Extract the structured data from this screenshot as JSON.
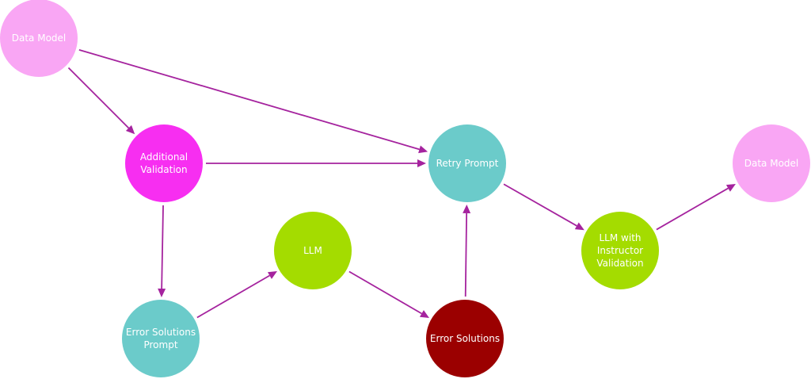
{
  "colors": {
    "edge": "#a5239e",
    "label_text": "#ffffff"
  },
  "nodes": [
    {
      "id": "data-model-start",
      "lines": [
        "Data Model"
      ],
      "color": "#f9a6f4"
    },
    {
      "id": "additional-validation",
      "lines": [
        "Additional",
        "Validation"
      ],
      "color": "#f72ef1"
    },
    {
      "id": "retry-prompt",
      "lines": [
        "Retry Prompt"
      ],
      "color": "#6bcbca"
    },
    {
      "id": "data-model-end",
      "lines": [
        "Data Model"
      ],
      "color": "#f9a6f4"
    },
    {
      "id": "llm",
      "lines": [
        "LLM"
      ],
      "color": "#a4dc00"
    },
    {
      "id": "llm-instructor-validation",
      "lines": [
        "LLM with",
        "Instructor",
        "Validation"
      ],
      "color": "#a4dc00"
    },
    {
      "id": "error-solutions-prompt",
      "lines": [
        "Error Solutions",
        "Prompt"
      ],
      "color": "#6bcbca"
    },
    {
      "id": "error-solutions",
      "lines": [
        "Error Solutions"
      ],
      "color": "#9b0000"
    }
  ],
  "edges": [
    {
      "from": "data-model-start",
      "to": "additional-validation"
    },
    {
      "from": "data-model-start",
      "to": "retry-prompt"
    },
    {
      "from": "additional-validation",
      "to": "retry-prompt"
    },
    {
      "from": "additional-validation",
      "to": "error-solutions-prompt"
    },
    {
      "from": "error-solutions-prompt",
      "to": "llm"
    },
    {
      "from": "llm",
      "to": "error-solutions"
    },
    {
      "from": "error-solutions",
      "to": "retry-prompt"
    },
    {
      "from": "retry-prompt",
      "to": "llm-instructor-validation"
    },
    {
      "from": "llm-instructor-validation",
      "to": "data-model-end"
    }
  ]
}
